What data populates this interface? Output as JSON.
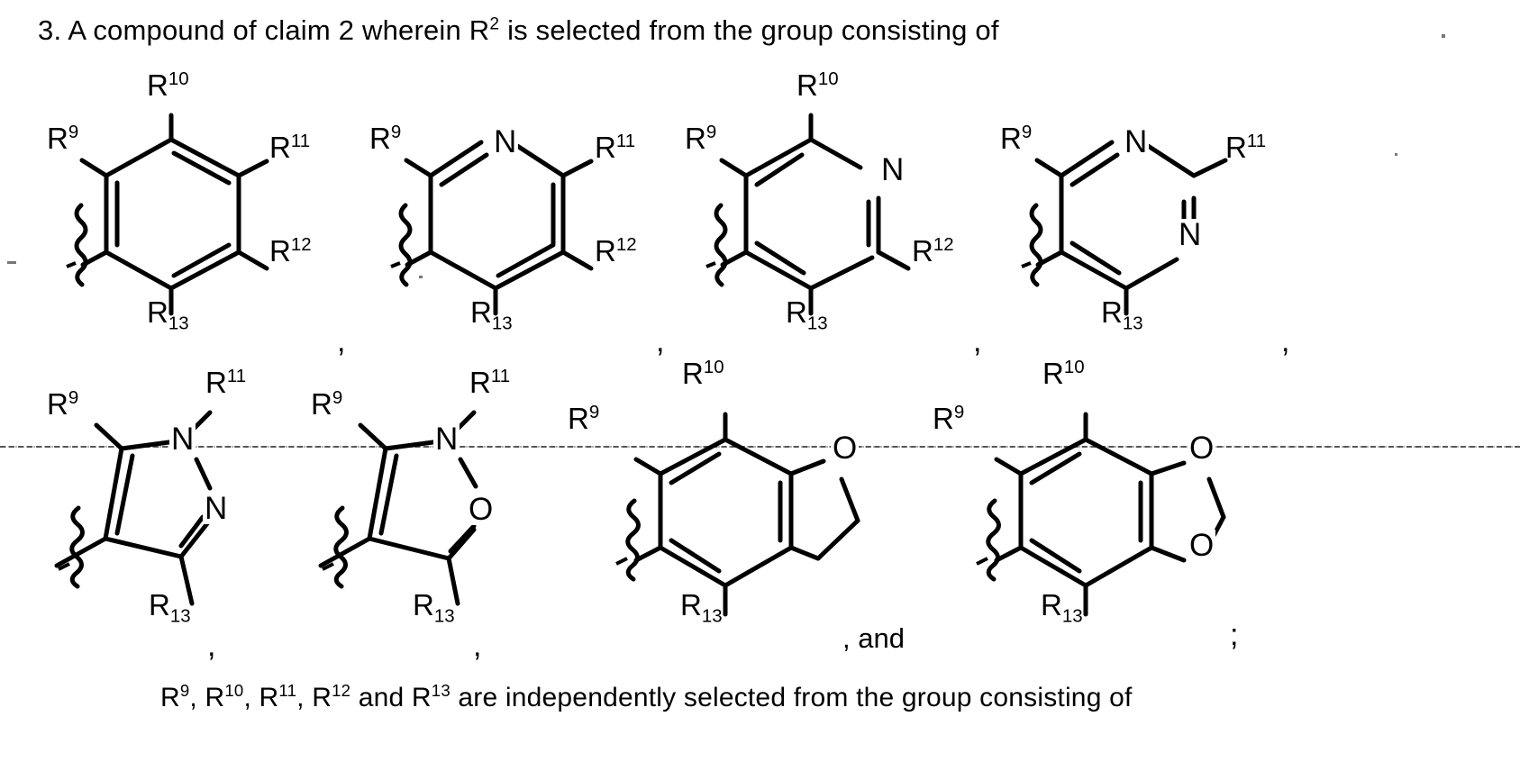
{
  "document": {
    "type": "patent-claim",
    "claim_number": "3.",
    "header_text": "3.  A compound of claim 2 wherein R2 is selected from the group consisting of",
    "header_prefix": "3.  A compound of claim 2 wherein R",
    "header_superscript": "2",
    "header_suffix": " is selected from the group consisting of",
    "footer_text": "R9, R10, R11, R12 and R13 are independently selected from the group consisting of",
    "footer_parts": [
      {
        "base": "R",
        "sup": "9",
        "after": ", "
      },
      {
        "base": "R",
        "sup": "10",
        "after": ", "
      },
      {
        "base": "R",
        "sup": "11",
        "after": ", "
      },
      {
        "base": "R",
        "sup": "12",
        "after": " and "
      },
      {
        "base": "R",
        "sup": "13",
        "after": " are independently selected from the group consisting of"
      }
    ]
  },
  "structures": [
    {
      "id": "structure-1",
      "name": "benzene-ring",
      "ring": "benzene",
      "labels": [
        "R10",
        "R9",
        "R11",
        "R12",
        "R13"
      ],
      "atoms": [],
      "attachment": "wavy-bond",
      "separator": ","
    },
    {
      "id": "structure-2",
      "name": "pyridine-ring-n-top",
      "ring": "pyridine",
      "labels": [
        "R9",
        "R11",
        "R12",
        "R13"
      ],
      "atoms": [
        "N"
      ],
      "attachment": "wavy-bond",
      "separator": ","
    },
    {
      "id": "structure-3",
      "name": "pyridine-ring-n-right",
      "ring": "pyridine",
      "labels": [
        "R10",
        "R9",
        "R12",
        "R13"
      ],
      "atoms": [
        "N"
      ],
      "attachment": "wavy-bond",
      "separator": ","
    },
    {
      "id": "structure-4",
      "name": "pyrimidine-ring",
      "ring": "pyrimidine",
      "labels": [
        "R9",
        "R11",
        "R13"
      ],
      "atoms": [
        "N",
        "N"
      ],
      "attachment": "wavy-bond",
      "separator": ","
    },
    {
      "id": "structure-5",
      "name": "pyrazole-ring",
      "ring": "pyrazole",
      "labels": [
        "R9",
        "R11",
        "R13"
      ],
      "atoms": [
        "N",
        "N"
      ],
      "attachment": "wavy-bond",
      "separator": ","
    },
    {
      "id": "structure-6",
      "name": "isoxazolone-ring",
      "ring": "isoxazole",
      "labels": [
        "R9",
        "R11",
        "R13"
      ],
      "atoms": [
        "N",
        "O"
      ],
      "attachment": "wavy-bond",
      "separator": ","
    },
    {
      "id": "structure-7",
      "name": "dihydrobenzofuran-ring",
      "ring": "dihydrobenzofuran",
      "labels": [
        "R10",
        "R9",
        "R13"
      ],
      "atoms": [
        "O"
      ],
      "attachment": "wavy-bond",
      "separator": ", and"
    },
    {
      "id": "structure-8",
      "name": "benzodioxole-ring",
      "ring": "benzodioxole",
      "labels": [
        "R10",
        "R9",
        "R13"
      ],
      "atoms": [
        "O",
        "O"
      ],
      "attachment": "wavy-bond",
      "separator": ";"
    }
  ],
  "labels": {
    "R9": {
      "base": "R",
      "sup": "9"
    },
    "R10": {
      "base": "R",
      "sup": "10"
    },
    "R11": {
      "base": "R",
      "sup": "11"
    },
    "R12": {
      "base": "R",
      "sup": "12"
    },
    "R13": {
      "base": "R",
      "sub": "13"
    },
    "N": "N",
    "O": "O"
  },
  "separators": {
    "comma": ",",
    "and": ", and",
    "semicolon": ";"
  },
  "colors": {
    "ink": "#000000",
    "paper": "#ffffff",
    "hairline": "#3a3a3a"
  }
}
